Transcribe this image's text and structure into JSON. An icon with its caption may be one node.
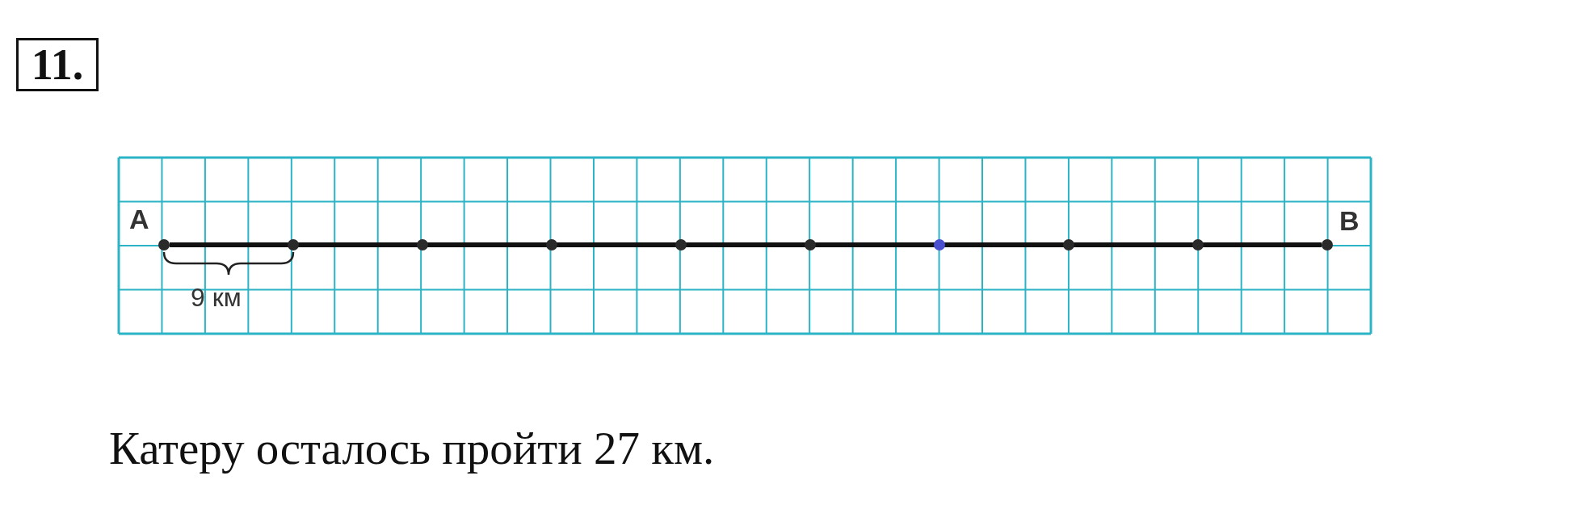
{
  "diagram": {
    "nodes": [
      {
        "text": [
          "A"
        ]
      },
      {
        "text": [
          "B"
        ]
      }
    ],
    "edges": [
      {
        "from": 0,
        "to": 1,
        "arrow": "none"
      }
    ],
    "labels": [
      "11.",
      "9 км",
      "Катеру осталось пройти 27 км."
    ]
  }
}
